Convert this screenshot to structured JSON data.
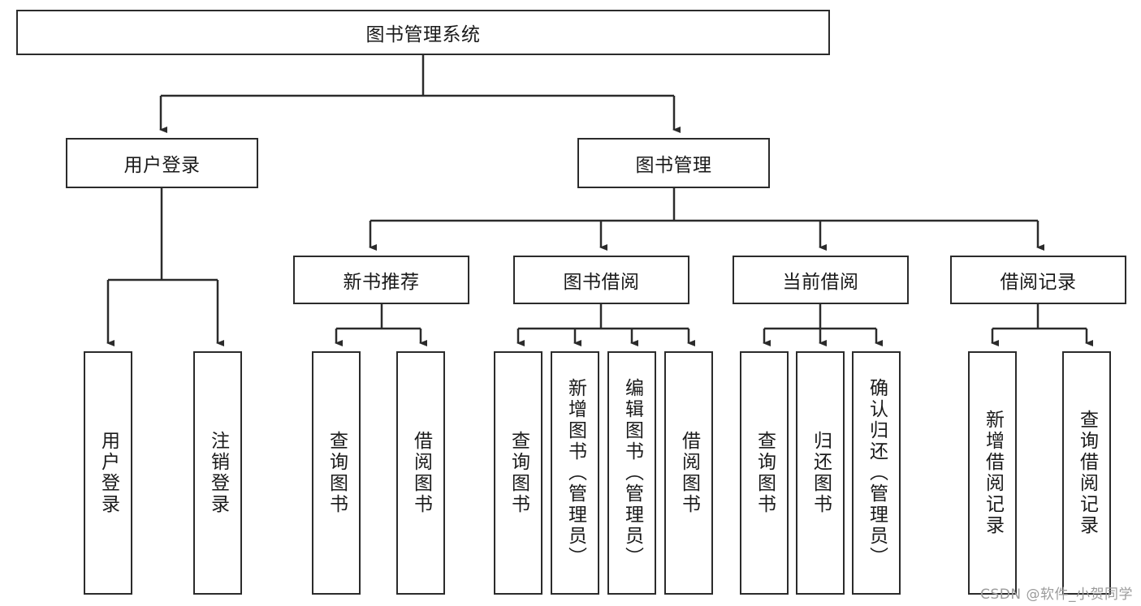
{
  "diagram": {
    "title": "图书管理系统",
    "watermark": "CSDN @软件_小贺同学",
    "line_color": "#2b2b2b",
    "box_border_color": "#2b2b2b",
    "background_color": "#ffffff",
    "text_color": "#1a1a1a"
  },
  "nodes": {
    "root": {
      "label": "图书管理系统"
    },
    "level2": [
      {
        "label": "用户登录"
      },
      {
        "label": "图书管理"
      }
    ],
    "level3": [
      {
        "label": "新书推荐"
      },
      {
        "label": "图书借阅"
      },
      {
        "label": "当前借阅"
      },
      {
        "label": "借阅记录"
      }
    ],
    "leaves": {
      "user_login": [
        {
          "label": "用户登录"
        },
        {
          "label": "注销登录"
        }
      ],
      "new_book_rec": [
        {
          "label": "查询图书"
        },
        {
          "label": "借阅图书"
        }
      ],
      "book_borrow": [
        {
          "label": "查询图书"
        },
        {
          "label": "新增图书（管理员）"
        },
        {
          "label": "编辑图书（管理员）"
        },
        {
          "label": "借阅图书"
        }
      ],
      "current_borrow": [
        {
          "label": "查询图书"
        },
        {
          "label": "归还图书"
        },
        {
          "label": "确认归还（管理员）"
        }
      ],
      "borrow_record": [
        {
          "label": "新增借阅记录"
        },
        {
          "label": "查询借阅记录"
        }
      ]
    }
  }
}
